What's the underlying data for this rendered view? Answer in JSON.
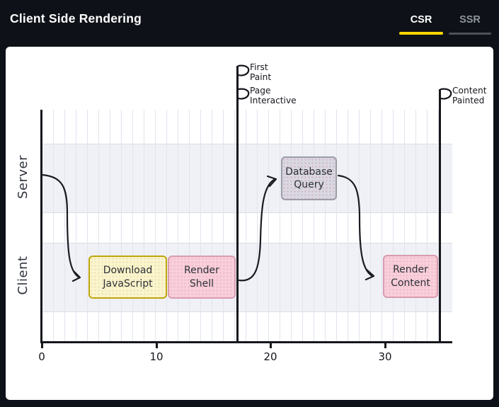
{
  "header": {
    "title": "Client Side Rendering",
    "tabs": [
      {
        "label": "CSR",
        "active": true
      },
      {
        "label": "SSR",
        "active": false
      }
    ]
  },
  "colors": {
    "page_background": "#0e1218",
    "card_background": "#ffffff",
    "active_tab_underline": "#fed800",
    "inactive_tab_underline": "#4d525a",
    "lane_band": "#eff1f6",
    "task_yellow_fill": "#fbf5cf",
    "task_yellow_border": "#bfa60a",
    "task_pink_fill": "#f8cfda",
    "task_pink_border": "#d99cb0",
    "task_gray_fill": "#d8d9e2",
    "task_gray_border": "#9b9ca8",
    "ink": "#15171c"
  },
  "chart_data": {
    "type": "timeline",
    "lanes": [
      "Server",
      "Client"
    ],
    "x_ticks": [
      0,
      10,
      20,
      30
    ],
    "xlim": [
      0,
      36
    ],
    "grid": true,
    "tasks": [
      {
        "label": "Download JavaScript",
        "lane": "Client",
        "start": 4,
        "end": 11,
        "color": "yellow"
      },
      {
        "label": "Render Shell",
        "lane": "Client",
        "start": 11,
        "end": 17,
        "color": "pink"
      },
      {
        "label": "Database Query",
        "lane": "Server",
        "start": 21,
        "end": 26,
        "color": "gray"
      },
      {
        "label": "Render Content",
        "lane": "Client",
        "start": 30,
        "end": 35,
        "color": "pink"
      }
    ],
    "milestones": [
      {
        "label": "First Paint",
        "t": 17
      },
      {
        "label": "Page Interactive",
        "t": 17
      },
      {
        "label": "Content Painted",
        "t": 35
      }
    ],
    "arrows": [
      {
        "from": "timeline-start (Server)",
        "to": "Download JavaScript"
      },
      {
        "from": "Render Shell",
        "to": "Database Query"
      },
      {
        "from": "Database Query",
        "to": "Render Content"
      }
    ]
  }
}
